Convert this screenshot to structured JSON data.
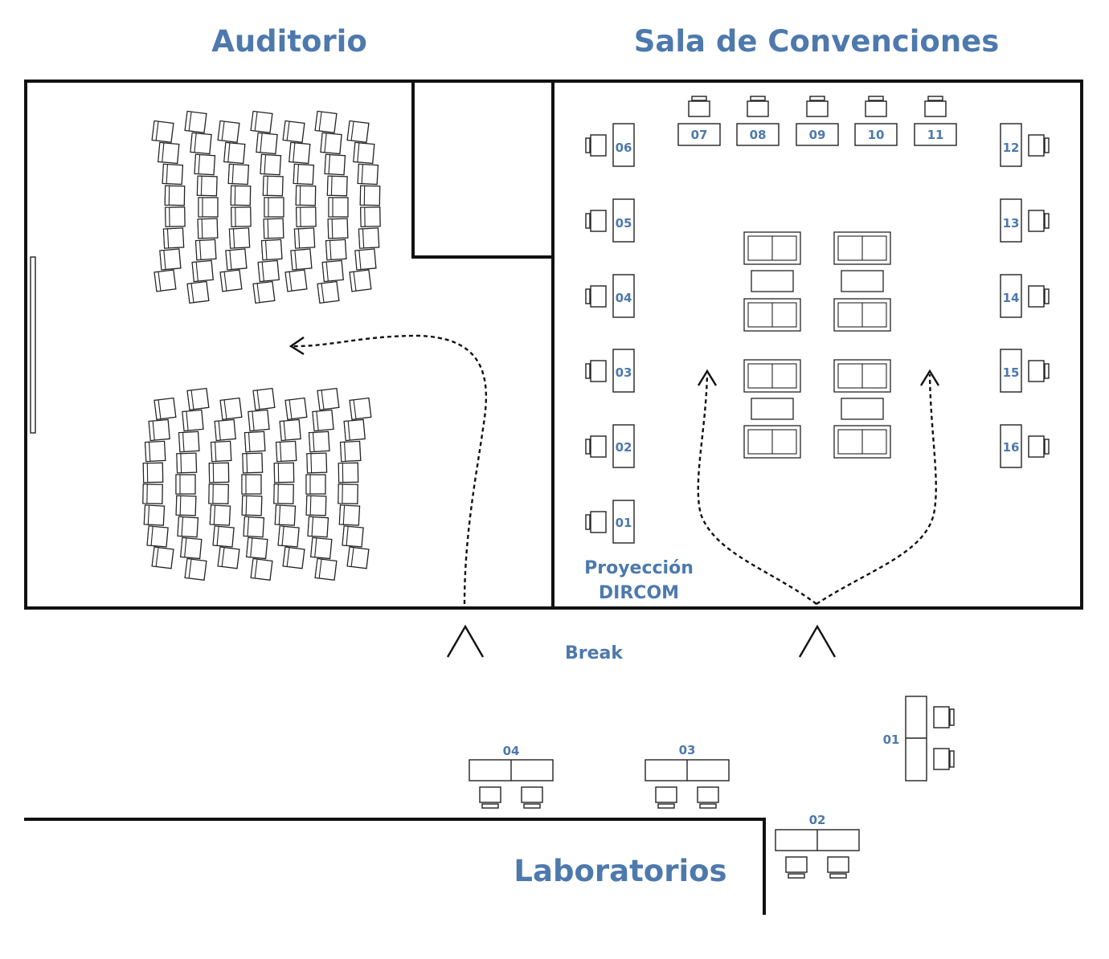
{
  "titles": {
    "auditorium": "Auditorio",
    "convention_hall": "Sala de Convenciones",
    "labs": "Laboratorios"
  },
  "labels": {
    "projection_line1": "Proyección",
    "projection_line2": "DIRCOM",
    "break": "Break"
  },
  "convention_stations": {
    "left": [
      "06",
      "05",
      "04",
      "03",
      "02",
      "01"
    ],
    "top": [
      "07",
      "08",
      "09",
      "10",
      "11"
    ],
    "right": [
      "12",
      "13",
      "14",
      "15",
      "16"
    ]
  },
  "lab_desks": [
    "04",
    "03",
    "01",
    "02"
  ],
  "colors": {
    "label_blue": "#4d79ad",
    "wall": "#111111"
  },
  "icons": [
    "chair-icon",
    "sofa-icon",
    "computer-monitor-icon",
    "door-icon",
    "projection-screen-icon",
    "dashed-arrow-icon"
  ]
}
